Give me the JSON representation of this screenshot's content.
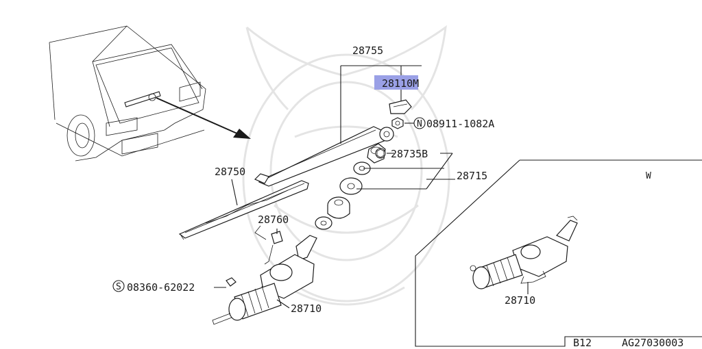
{
  "parts": {
    "arm_assembly": "28755",
    "arm_cap": "28110M",
    "arm_nut": "08911-1082A",
    "arm_nut_prefix": "N",
    "pivot_bushing": "28735B",
    "washer_kit": "28715",
    "blade": "28750",
    "bracket": "28760",
    "bolt": "08360-62022",
    "bolt_prefix": "S",
    "motor": "28710",
    "motor_inset": "28710"
  },
  "inset": {
    "variant": "W"
  },
  "footer": {
    "model": "B12",
    "code": "AG27030003"
  },
  "colors": {
    "highlight": "#9aa0e6",
    "ink": "#1a1a1a",
    "watermark": "#e4e4e4"
  }
}
